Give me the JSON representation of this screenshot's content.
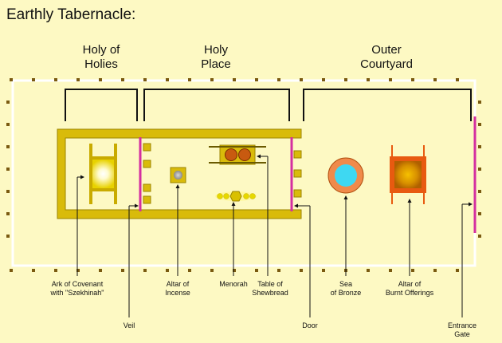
{
  "title": "Earthly Tabernacle:",
  "sections": {
    "holy_of_holies": "Holy of\nHolies",
    "holy_place": "Holy\nPlace",
    "outer_courtyard": "Outer\nCourtyard"
  },
  "labels": {
    "ark": "Ark of Covenant\nwith \"Szekhinah\"",
    "veil": "Veil",
    "altar_incense": "Altar of\nIncense",
    "menorah": "Menorah",
    "table_shewbread": "Table of\nShewbread",
    "door": "Door",
    "sea_bronze": "Sea\nof Bronze",
    "altar_burnt": "Altar of\nBurnt Offerings",
    "entrance_gate": "Entrance Gate"
  },
  "colors": {
    "background": "#fdf9c3",
    "gold": "#d9bb0a",
    "gold_dark": "#9a8400",
    "curtain": "#d42fa0",
    "courtyard_fence": "#ffffff",
    "fence_posts": "#7a5a10",
    "basin_water": "#3ed8f2",
    "bronze": "#f08a4a",
    "altar_fire": "#e85a10"
  }
}
